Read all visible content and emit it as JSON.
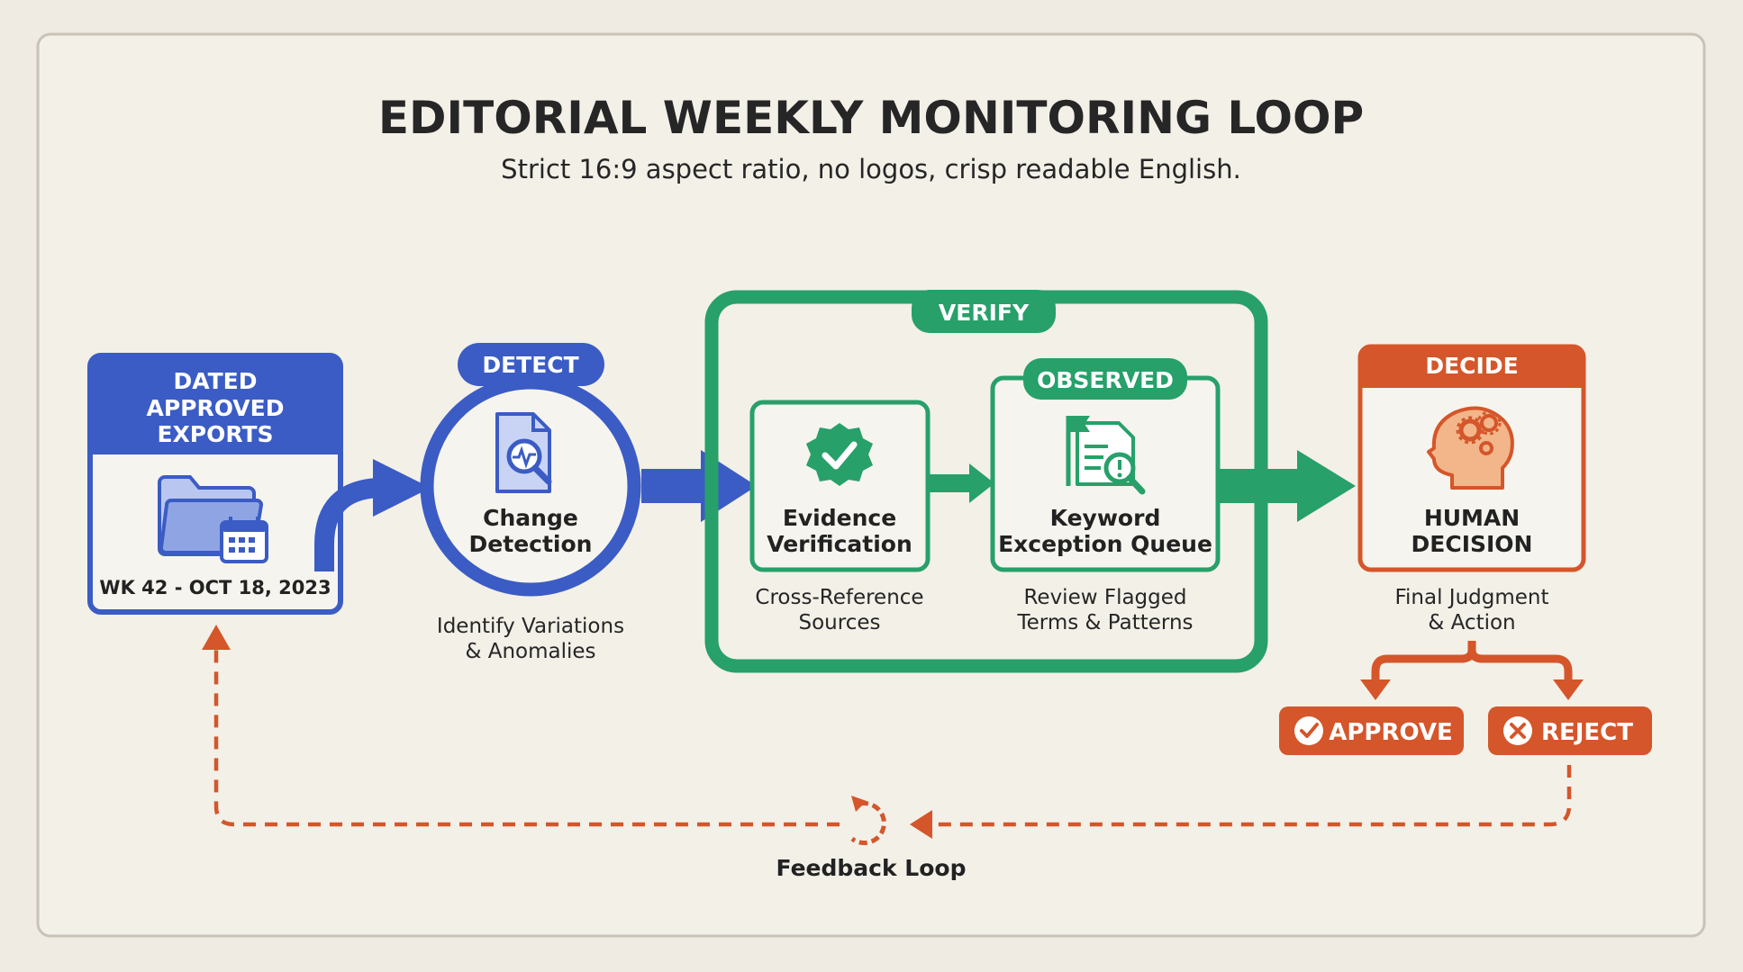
{
  "header": {
    "title": "EDITORIAL WEEKLY MONITORING LOOP",
    "subtitle": "Strict 16:9 aspect ratio, no logos, crisp readable English."
  },
  "exports": {
    "header_lines": [
      "DATED",
      "APPROVED",
      "EXPORTS"
    ],
    "date": "WK 42 - OCT 18, 2023",
    "icon": "folder-calendar-icon"
  },
  "detect": {
    "tag": "DETECT",
    "title_lines": [
      "Change",
      "Detection"
    ],
    "caption_lines": [
      "Identify Variations",
      "& Anomalies"
    ],
    "icon": "document-search-icon"
  },
  "verify": {
    "tag": "VERIFY",
    "evidence": {
      "title_lines": [
        "Evidence",
        "Verification"
      ],
      "caption_lines": [
        "Cross-Reference",
        "Sources"
      ],
      "icon": "verified-badge-icon"
    },
    "keyword": {
      "tag": "OBSERVED",
      "title_lines": [
        "Keyword",
        "Exception Queue"
      ],
      "caption_lines": [
        "Review Flagged",
        "Terms & Patterns"
      ],
      "icon": "flagged-document-icon"
    }
  },
  "decide": {
    "tag": "DECIDE",
    "title_lines": [
      "HUMAN",
      "DECISION"
    ],
    "caption_lines": [
      "Final Judgment",
      "& Action"
    ],
    "icon": "human-head-gears-icon",
    "approve_label": "APPROVE",
    "reject_label": "REJECT"
  },
  "feedback": {
    "label": "Feedback Loop",
    "icon": "refresh-icon"
  },
  "colors": {
    "blue": "#3b5cc4",
    "green": "#27a06a",
    "orange": "#d4562a",
    "text": "#222222",
    "background": "#efebe2"
  }
}
